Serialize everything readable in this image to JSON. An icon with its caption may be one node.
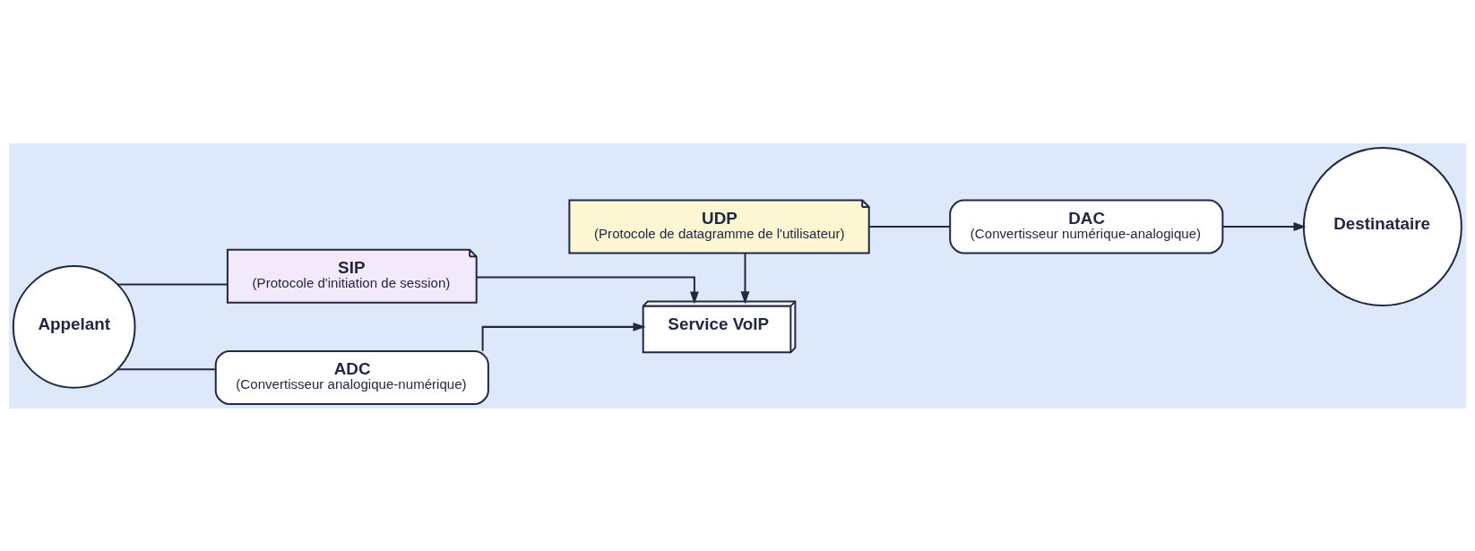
{
  "diagram": {
    "nodes": [
      {
        "text": [
          "Appelant"
        ]
      },
      {
        "text": [
          "SIP",
          "(Protocole d'initiation de session)"
        ]
      },
      {
        "text": [
          "ADC",
          "(Convertisseur analogique-numérique)"
        ]
      },
      {
        "text": [
          "Service VoIP"
        ]
      },
      {
        "text": [
          "UDP",
          "(Protocole de datagramme de l'utilisateur)"
        ]
      },
      {
        "text": [
          "DAC",
          "(Convertisseur numérique-analogique)"
        ]
      },
      {
        "text": [
          "Destinataire"
        ]
      }
    ],
    "edges": [
      {
        "from": 0,
        "to": 1,
        "arrow": "none"
      },
      {
        "from": 0,
        "to": 2,
        "arrow": "none"
      },
      {
        "from": 1,
        "to": 3,
        "arrow": "to"
      },
      {
        "from": 2,
        "to": 3,
        "arrow": "to"
      },
      {
        "from": 4,
        "to": 3,
        "arrow": "to"
      },
      {
        "from": 4,
        "to": 5,
        "arrow": "none"
      },
      {
        "from": 5,
        "to": 6,
        "arrow": "to"
      }
    ]
  }
}
